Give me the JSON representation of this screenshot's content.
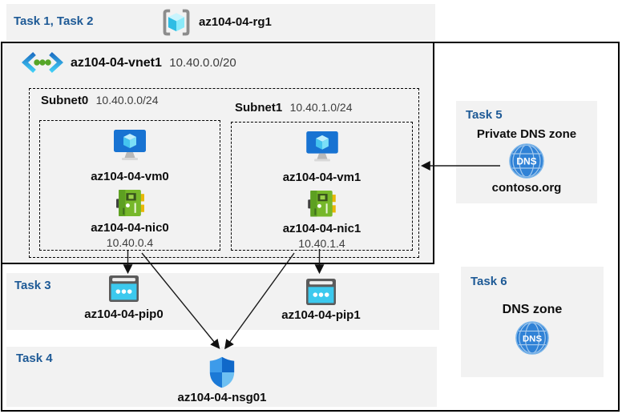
{
  "header": {
    "tasks": "Task 1, Task 2",
    "resource_group": "az104-04-rg1"
  },
  "vnet": {
    "name": "az104-04-vnet1",
    "cidr": "10.40.0.0/20"
  },
  "subnets": [
    {
      "name": "Subnet0",
      "cidr": "10.40.0.0/24",
      "vm": "az104-04-vm0",
      "nic": "az104-04-nic0",
      "nic_ip": "10.40.0.4"
    },
    {
      "name": "Subnet1",
      "cidr": "10.40.1.0/24",
      "vm": "az104-04-vm1",
      "nic": "az104-04-nic1",
      "nic_ip": "10.40.1.4"
    }
  ],
  "task3": {
    "label": "Task 3",
    "pip0": "az104-04-pip0",
    "pip1": "az104-04-pip1"
  },
  "task4": {
    "label": "Task 4",
    "nsg": "az104-04-nsg01"
  },
  "task5": {
    "label": "Task 5",
    "title": "Private DNS zone",
    "zone": "contoso.org",
    "dns_badge": "DNS"
  },
  "task6": {
    "label": "Task 6",
    "title": "DNS zone",
    "dns_badge": "DNS"
  },
  "icons": {
    "resource_group": "resource-group-cube-brackets-icon",
    "vnet": "virtual-network-chevrons-icon",
    "vm": "virtual-machine-monitor-icon",
    "nic": "network-interface-card-icon",
    "pip": "public-ip-address-icon",
    "nsg": "network-security-group-shield-icon",
    "dns": "dns-globe-icon"
  },
  "colors": {
    "panel_bg": "#f2f2f2",
    "task_accent_blue": "#1e5a96",
    "frame_border": "#000000",
    "vm_screen_blue": "#1873d2",
    "nic_green": "#76b82a",
    "pip_cyan": "#3cc9ee",
    "nsg_shield_blue": "#1070cf",
    "dns_circle_blue": "#3082d6",
    "vnet_dot_green": "#55a528"
  }
}
